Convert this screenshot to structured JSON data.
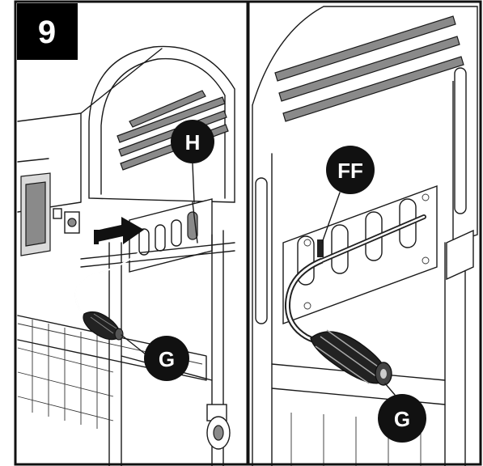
{
  "step": {
    "number": "9"
  },
  "callouts": {
    "left_panel": {
      "h": "H",
      "g": "G"
    },
    "right_panel": {
      "ff": "FF",
      "g": "G"
    }
  },
  "colors": {
    "step_badge": "#000000",
    "callout_fill": "#111111",
    "callout_text": "#ffffff",
    "arrow": "#111111"
  }
}
